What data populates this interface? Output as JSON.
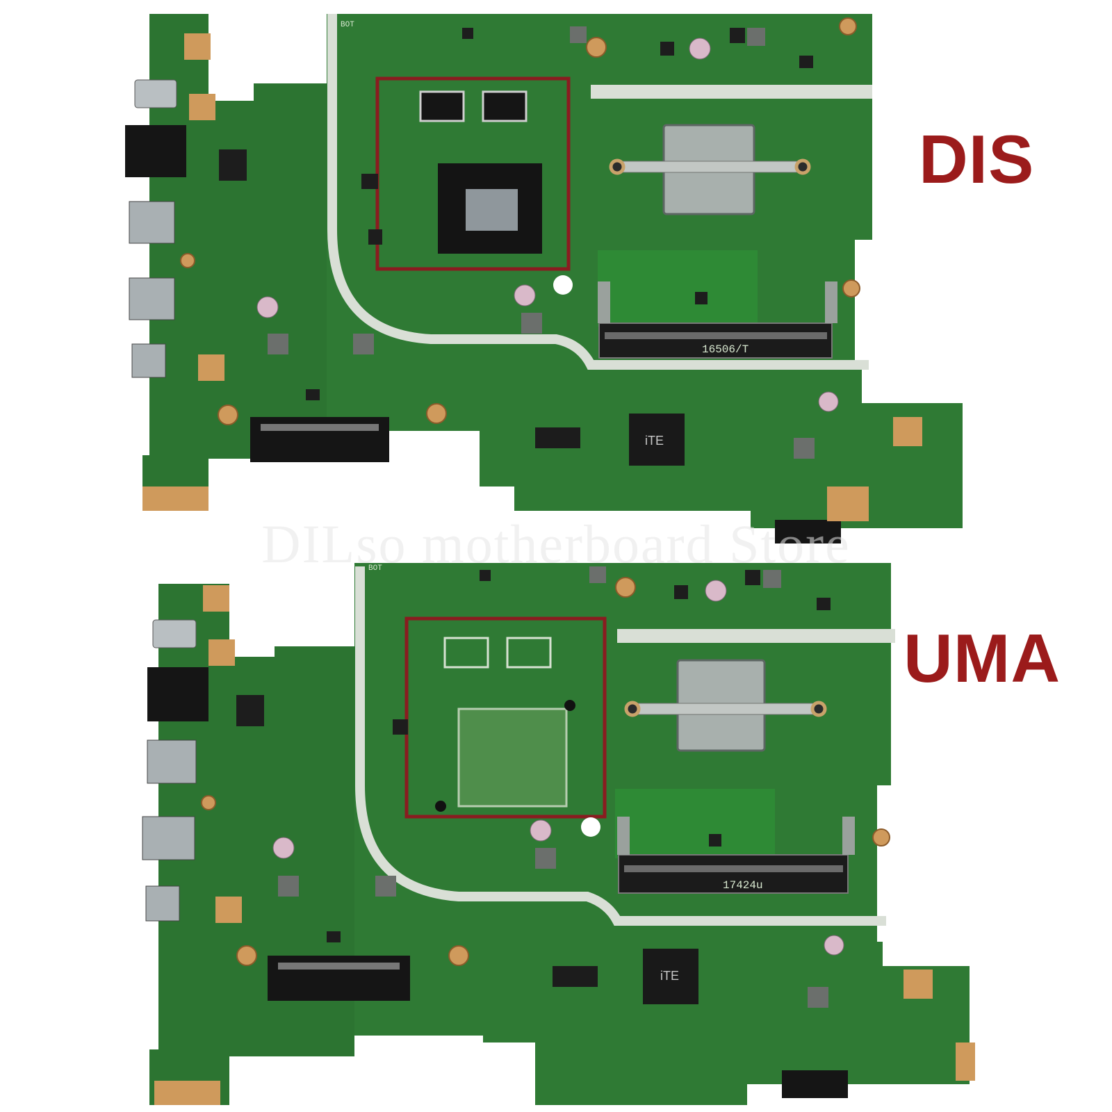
{
  "labels": {
    "top": "DIS",
    "bottom": "UMA"
  },
  "watermark": "DILso motherboard Store",
  "silkscreen": {
    "top": {
      "side": "BOT",
      "serial": "16506/T",
      "brand": "iTE"
    },
    "bottom": {
      "side": "BOT",
      "serial": "17424u",
      "brand": "iTE"
    }
  },
  "colors": {
    "pcb": "#2f7a34",
    "highlight_box": "#8a1c20",
    "label": "#9b1b1b"
  }
}
